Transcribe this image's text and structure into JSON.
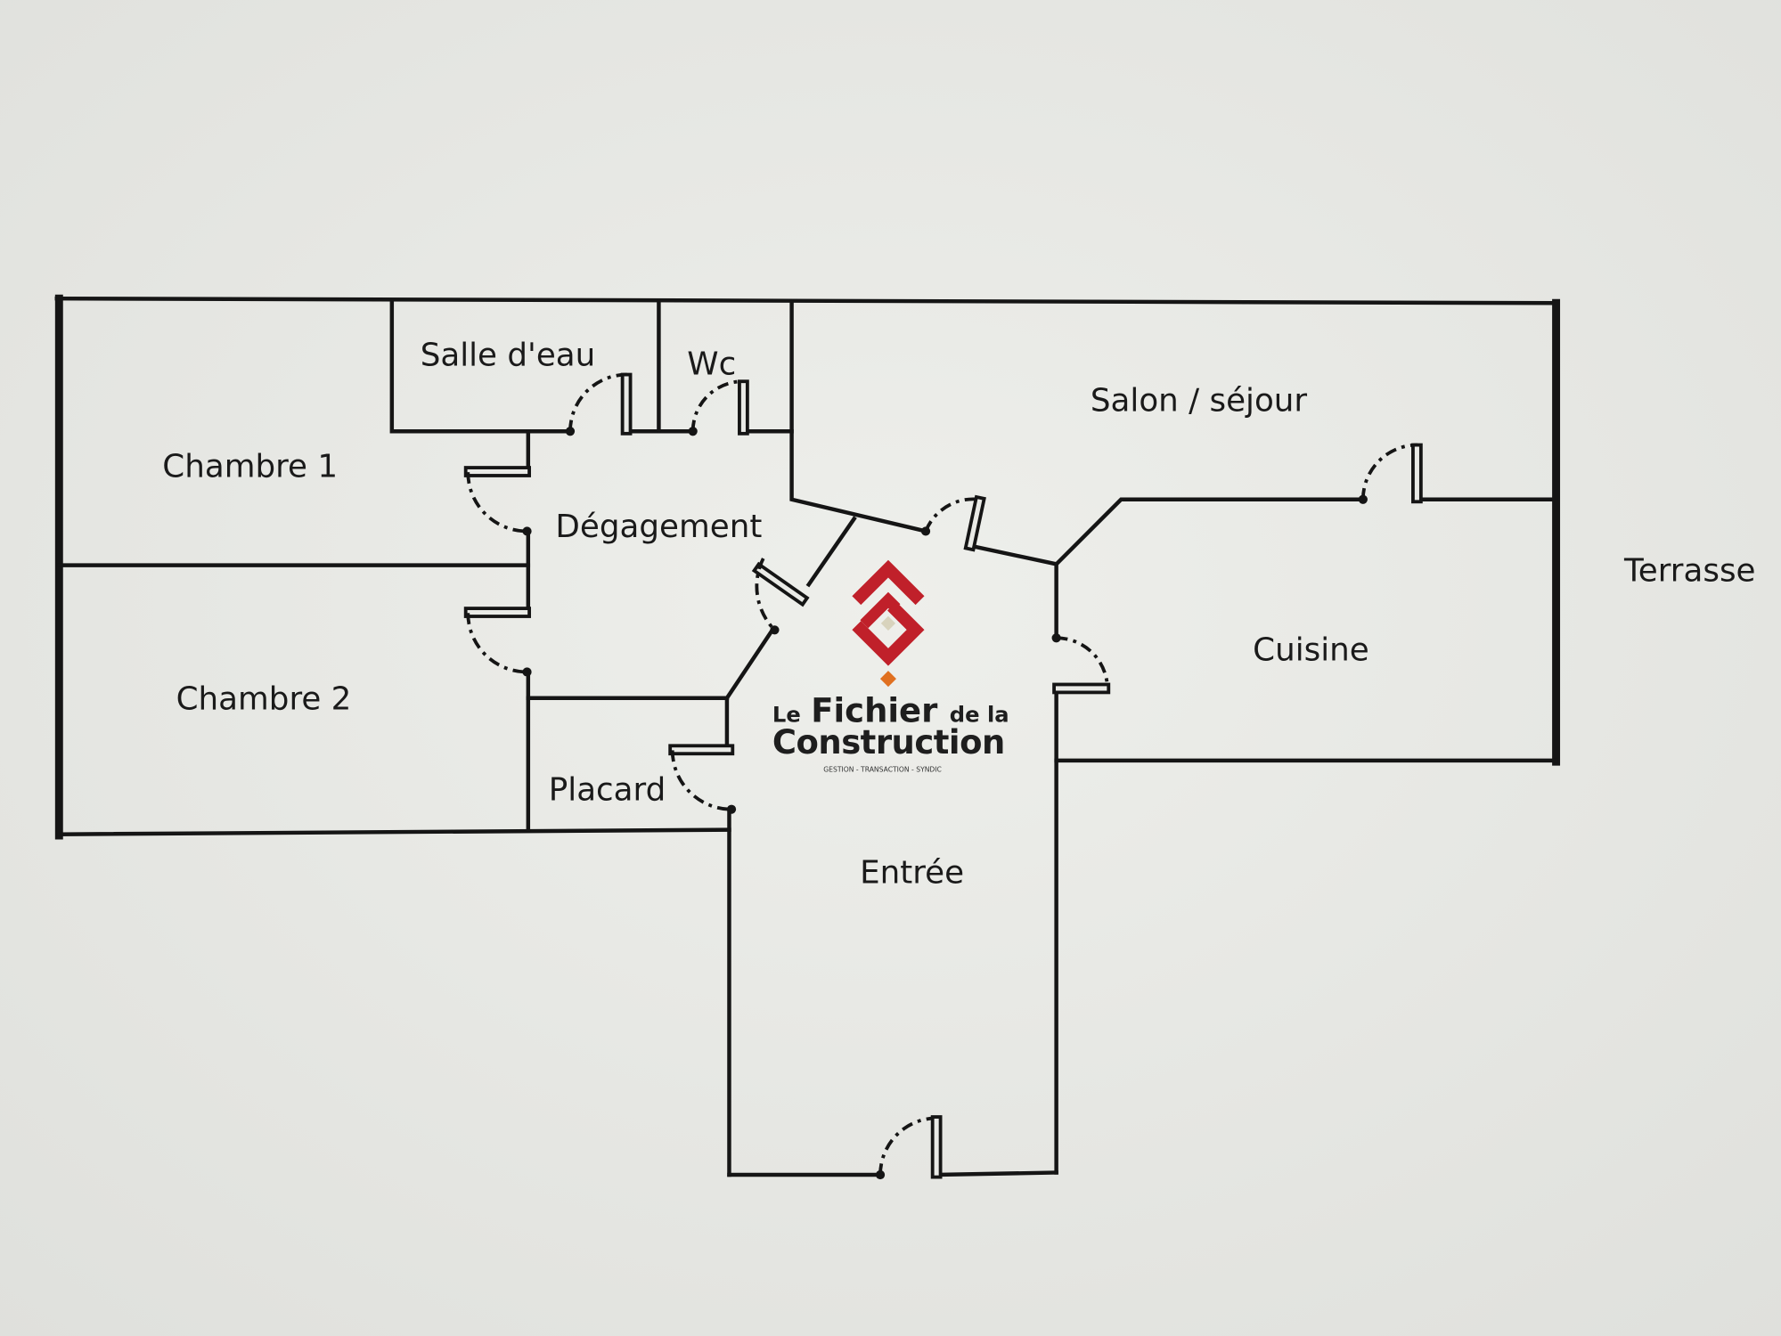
{
  "title": "Floor plan",
  "rooms": {
    "chambre1": "Chambre 1",
    "chambre2": "Chambre 2",
    "salle_deau": "Salle d'eau",
    "wc": "Wc",
    "salon": "Salon / séjour",
    "degagement": "Dégagement",
    "cuisine": "Cuisine",
    "terrasse": "Terrasse",
    "placard": "Placard",
    "entree": "Entrée"
  },
  "logo": {
    "le": "Le",
    "fichier": "Fichier",
    "de_la": "de la",
    "construction": "Construction",
    "tagline": "GESTION - TRANSACTION - SYNDIC"
  },
  "colors": {
    "paper": "#e9eae6",
    "ink": "#151515",
    "brand_red": "#c0202a",
    "brand_orange": "#e07020"
  }
}
